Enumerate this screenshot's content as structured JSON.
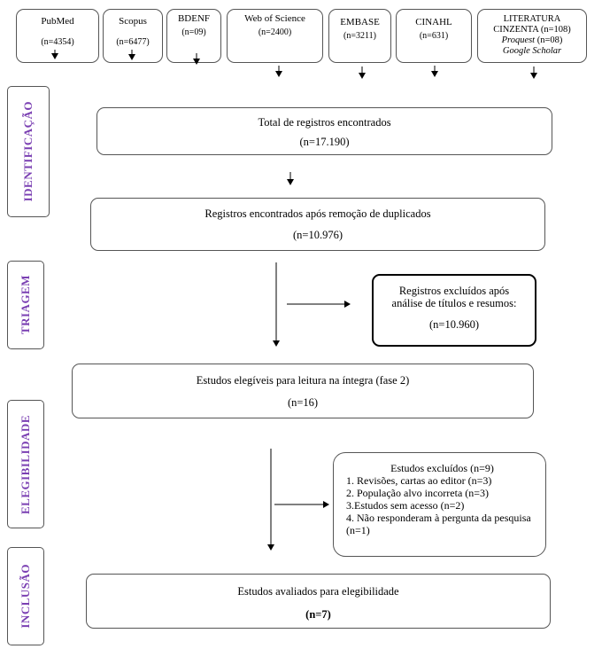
{
  "sources": [
    {
      "name": "PubMed",
      "n": "(n=4354)"
    },
    {
      "name": "Scopus",
      "n": "(n=6477)"
    },
    {
      "name": "BDENF",
      "n": "(n=09)"
    },
    {
      "name": "Web of Science",
      "n": "(n=2400)"
    },
    {
      "name": "EMBASE",
      "n": "(n=3211)"
    },
    {
      "name": "CINAHL",
      "n": "(n=631)"
    }
  ],
  "grey_literature": {
    "line1": "LITERATURA",
    "line2": "CINZENTA (n=108)",
    "proquest": "Proquest",
    "proquest_n": " (n=08)",
    "scholar": "Google Scholar"
  },
  "phases": {
    "identification": "IDENTIFICAÇÃO",
    "screening": "TRIAGEM",
    "eligibility": "ELEGIBILIDADE",
    "inclusion": "INCLUSÃO"
  },
  "steps": {
    "total": {
      "label": "Total de registros encontrados",
      "n": "(n=17.190)"
    },
    "dedup": {
      "label": "Registros encontrados após remoção de duplicados",
      "n": "(n=10.976)"
    },
    "excluded_titles": {
      "line1": "Registros excluídos após",
      "line2": "análise de títulos e resumos:",
      "n": "(n=10.960)"
    },
    "eligible": {
      "label": "Estudos elegíveis para leitura na íntegra (fase 2)",
      "n": "(n=16)"
    },
    "excluded_studies": {
      "title": "Estudos excluídos (n=9)",
      "items": [
        "1. Revisões, cartas ao editor (n=3)",
        "2. População alvo incorreta (n=3)",
        "3.Estudos sem acesso (n=2)",
        "4. Não responderam à pergunta da pesquisa (n=1)"
      ]
    },
    "included": {
      "label": "Estudos avaliados para elegibilidade",
      "n": "(n=7)"
    }
  }
}
